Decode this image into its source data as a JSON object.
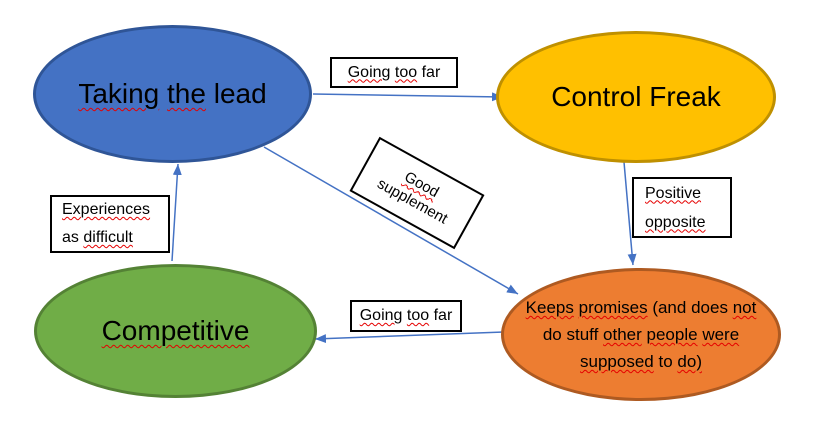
{
  "diagram": {
    "nodes": {
      "taking_the_lead": {
        "label": {
          "text": "Taking the lead",
          "marks": [
            0,
            1
          ]
        },
        "fill": "#4472C4",
        "border": "#2F5597"
      },
      "control_freak": {
        "label": {
          "text": "Control Freak",
          "marks": []
        },
        "fill": "#FFC000",
        "border": "#BF9000"
      },
      "competitive": {
        "label": {
          "text": "Competitive",
          "marks": [
            0
          ]
        },
        "fill": "#70AD47",
        "border": "#548235"
      },
      "keeps_promises": {
        "lines": [
          {
            "text": "Keeps promises (and does not",
            "marks": [
              0,
              1,
              4
            ]
          },
          {
            "text": "do stuff other people were",
            "marks": [
              2,
              3,
              4
            ]
          },
          {
            "text": "supposed to do)",
            "marks": [
              0,
              2
            ]
          }
        ],
        "fill": "#ED7D31",
        "border": "#AE5A21"
      }
    },
    "edge_labels": {
      "going_too_far_top": {
        "text": "Going too far",
        "marks": [
          0,
          1
        ]
      },
      "good_supplement": {
        "lines": [
          {
            "text": "Good",
            "marks": [
              0
            ]
          },
          {
            "text": "supplement",
            "marks": []
          }
        ]
      },
      "positive_opposite": {
        "lines": [
          {
            "text": "Positive",
            "marks": [
              0
            ]
          },
          {
            "text": "opposite",
            "marks": [
              0
            ]
          }
        ]
      },
      "experiences_as_difficult": {
        "lines": [
          {
            "text": "Experiences",
            "marks": [
              0
            ]
          },
          {
            "text": "as difficult",
            "marks": [
              1
            ]
          }
        ]
      },
      "going_too_far_bottom": {
        "text": "Going too far",
        "marks": [
          0,
          1
        ]
      }
    },
    "colors": {
      "arrow": "#4472C4",
      "spellcheck_squiggle": "#E50000",
      "box_border": "#000000",
      "box_background": "#FFFFFF",
      "canvas_background": "#FFFFFF",
      "text": "#000000"
    }
  }
}
